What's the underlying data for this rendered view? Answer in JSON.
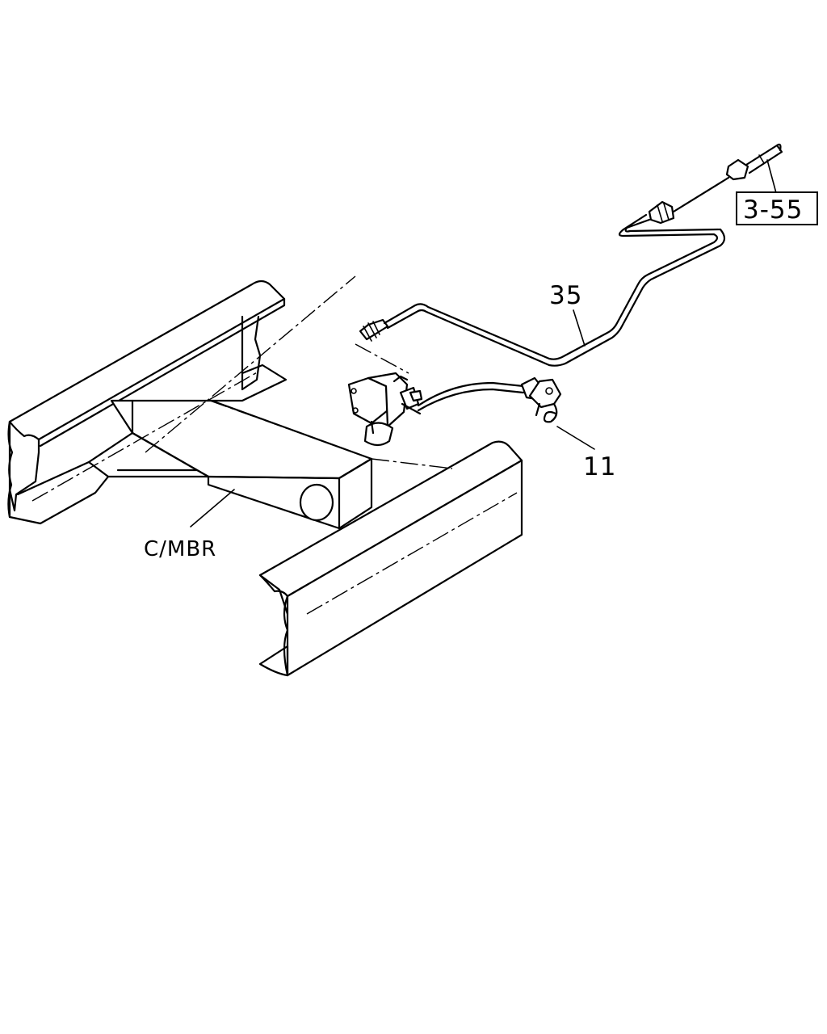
{
  "diagram": {
    "labels": {
      "crossmember": "C/MBR",
      "pipe": "35",
      "clip": "11",
      "reference": "3-55"
    }
  }
}
